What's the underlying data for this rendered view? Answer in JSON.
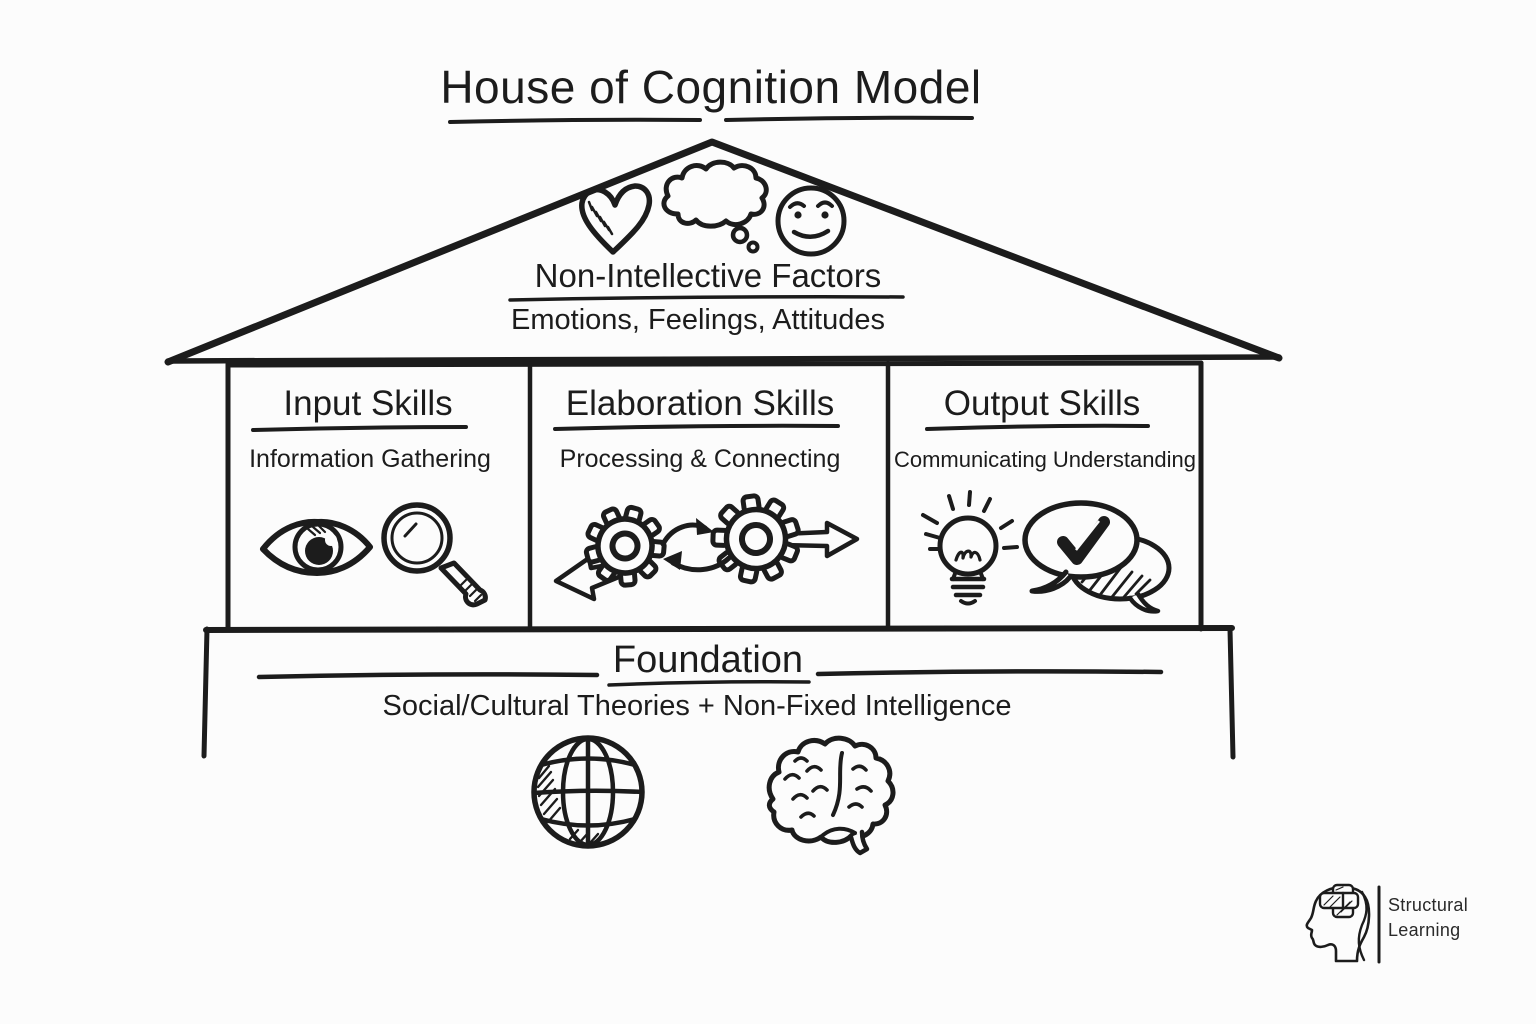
{
  "title": "House of Cognition Model",
  "roof": {
    "heading": "Non-Intellective Factors",
    "subheading": "Emotions, Feelings, Attitudes",
    "icons": [
      "heart-icon",
      "thought-cloud-icon",
      "smiley-face-icon"
    ]
  },
  "rooms": [
    {
      "title": "Input Skills",
      "subtitle": "Information Gathering",
      "icons": [
        "eye-icon",
        "magnifier-icon"
      ]
    },
    {
      "title": "Elaboration Skills",
      "subtitle": "Processing & Connecting",
      "icons": [
        "gear-left-icon",
        "gear-right-icon",
        "arrow-left-icon",
        "arrow-right-icon",
        "cycle-arrows-icon"
      ]
    },
    {
      "title": "Output Skills",
      "subtitle": "Communicating Understanding",
      "icons": [
        "lightbulb-icon",
        "speech-bubbles-check-icon"
      ]
    }
  ],
  "foundation": {
    "title": "Foundation",
    "subtitle": "Social/Cultural Theories + Non-Fixed Intelligence",
    "icons": [
      "globe-icon",
      "brain-icon"
    ]
  },
  "logo": {
    "name": "Structural Learning",
    "line1": "Structural",
    "line2": "Learning",
    "icon": "head-puzzle-icon"
  },
  "colors": {
    "ink": "#1c1c1c",
    "background": "#fcfcfc"
  }
}
